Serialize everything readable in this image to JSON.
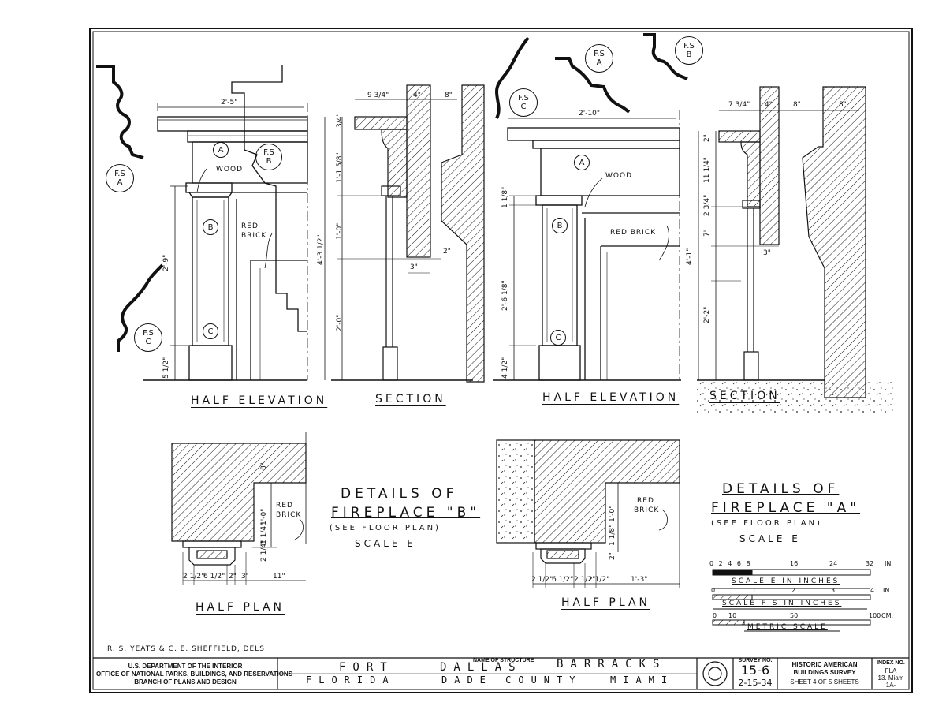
{
  "views": {
    "half_elevation_b": "HALF ELEVATION",
    "section_b": "SECTION",
    "half_elevation_a": "HALF ELEVATION",
    "section_a": "SECTION",
    "half_plan_b": "HALF PLAN",
    "half_plan_a": "HALF PLAN"
  },
  "details_b": {
    "line1": "DETAILS OF",
    "line2": "FIREPLACE \"B\"",
    "line3": "(SEE FLOOR PLAN)",
    "line4": "SCALE E"
  },
  "details_a": {
    "line1": "DETAILS OF",
    "line2": "FIREPLACE \"A\"",
    "line3": "(SEE FLOOR PLAN)",
    "line4": "SCALE E"
  },
  "callouts": {
    "fs": "F.S",
    "fs_a": "A",
    "fs_b": "B",
    "fs_c": "C",
    "a": "A",
    "b": "B",
    "c": "C",
    "wood": "WOOD",
    "red": "RED",
    "brick": "BRICK",
    "red_brick": "RED BRICK"
  },
  "dims_b_elev": {
    "width": "2'-5\"",
    "h1": "2'-9\"",
    "h2": "5 1/2\""
  },
  "dims_b_section": {
    "w1": "9 3/4\"",
    "w2": "4\"",
    "w3": "8\"",
    "h1": "3/4\"",
    "h2": "1'-1 5/8\"",
    "h3": "1'-0\"",
    "h4": "2'-0\"",
    "h5": "4'-3 1/2\"",
    "d1": "2\"",
    "d2": "3\""
  },
  "dims_a_elev": {
    "width": "2'-10\"",
    "h1": "1 1/8\"",
    "h2": "2'-6 1/8\"",
    "h3": "4 1/2\""
  },
  "dims_a_section": {
    "w1": "7 3/4\"",
    "w2": "4\"",
    "w3": "8\"",
    "w4": "8\"",
    "h1": "2\"",
    "h2": "11 1/4\"",
    "h3": "2 3/4\"",
    "h4": "7\"",
    "h5": "4'-1\"",
    "h6": "2'-2\"",
    "d1": "3\""
  },
  "dims_plan_b": {
    "d1": "2 1/2\"",
    "d2": "6 1/2\"",
    "d3": "2\"",
    "d4": "3\"",
    "d5": "11\"",
    "v1": "1'-0\"",
    "v2": "8\"",
    "v3": "1 1/4\"",
    "v4": "2 1/4\""
  },
  "dims_plan_a": {
    "d1": "2 1/2\"",
    "d2": "6 1/2\"",
    "d3": "2 1/2\"",
    "d4": "2 1/2\"",
    "d5": "1'-3\"",
    "v1": "1'-0\"",
    "v2": "1 1/8\"",
    "v3": "2\""
  },
  "scales": {
    "e_ticks": [
      "0",
      "2",
      "4",
      "6",
      "8",
      "16",
      "24",
      "32"
    ],
    "e_unit": "IN.",
    "e_label": "SCALE E IN INCHES",
    "fs_ticks": [
      "0",
      "1",
      "2",
      "3",
      "4"
    ],
    "fs_unit": "IN.",
    "fs_label": "SCALE F S IN INCHES",
    "metric_ticks": [
      "0",
      "10",
      "50",
      "100"
    ],
    "metric_unit": "CM.",
    "metric_label": "METRIC SCALE"
  },
  "credit": "R. S. YEATS & C. E. SHEFFIELD, DELS.",
  "title_block": {
    "dept1": "U.S. DEPARTMENT OF THE INTERIOR",
    "dept2": "OFFICE OF NATIONAL PARKS, BUILDINGS, AND RESERVATIONS",
    "dept3": "BRANCH OF PLANS AND DESIGN",
    "name_label": "NAME OF STRUCTURE",
    "name_w1": "FORT",
    "name_w2": "DALLAS",
    "name_w3": "BARRACKS",
    "loc1": "FLORIDA",
    "loc2": "DADE COUNTY",
    "loc3": "MIAMI",
    "survey_label": "SURVEY NO.",
    "survey_no": "15-6",
    "survey_date": "2-15-34",
    "habs1": "HISTORIC AMERICAN",
    "habs2": "BUILDINGS SURVEY",
    "sheet_word": "SHEET",
    "sheet_no": "4",
    "of_word": "OF",
    "sheet_total": "5",
    "sheets_word": "SHEETS",
    "index_label": "INDEX NO.",
    "index1": "FLA",
    "index2": "13. Miam",
    "index3": "1A-"
  }
}
